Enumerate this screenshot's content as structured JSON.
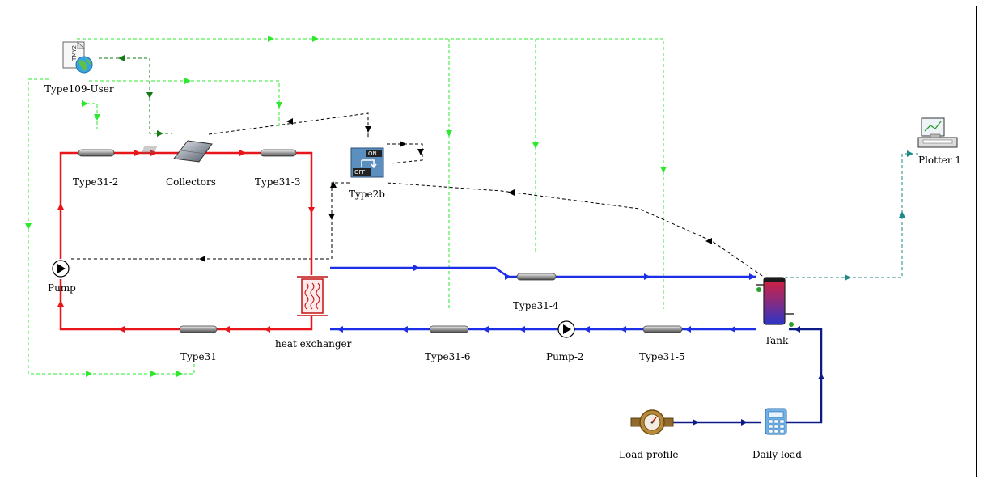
{
  "diagram": {
    "components": {
      "type109": "Type109-User",
      "type31_2": "Type31-2",
      "collectors": "Collectors",
      "type31_3": "Type31-3",
      "type2b": "Type2b",
      "pump": "Pump",
      "heat_exchanger": "heat exchanger",
      "type31": "Type31",
      "type31_4": "Type31-4",
      "type31_6": "Type31-6",
      "pump2": "Pump-2",
      "type31_5": "Type31-5",
      "tank": "Tank",
      "plotter": "Plotter 1",
      "load_profile": "Load profile",
      "daily_load": "Daily load"
    },
    "controller_icon_text": {
      "on": "ON",
      "off": "OFF"
    },
    "colors": {
      "solar_loop": "#e8161b",
      "load_loop": "#1c2ee8",
      "supply_loop": "#0d1b86",
      "weather_link": "#2ee82e",
      "control_link": "#000000",
      "plot_link": "#1e8a8a"
    }
  }
}
